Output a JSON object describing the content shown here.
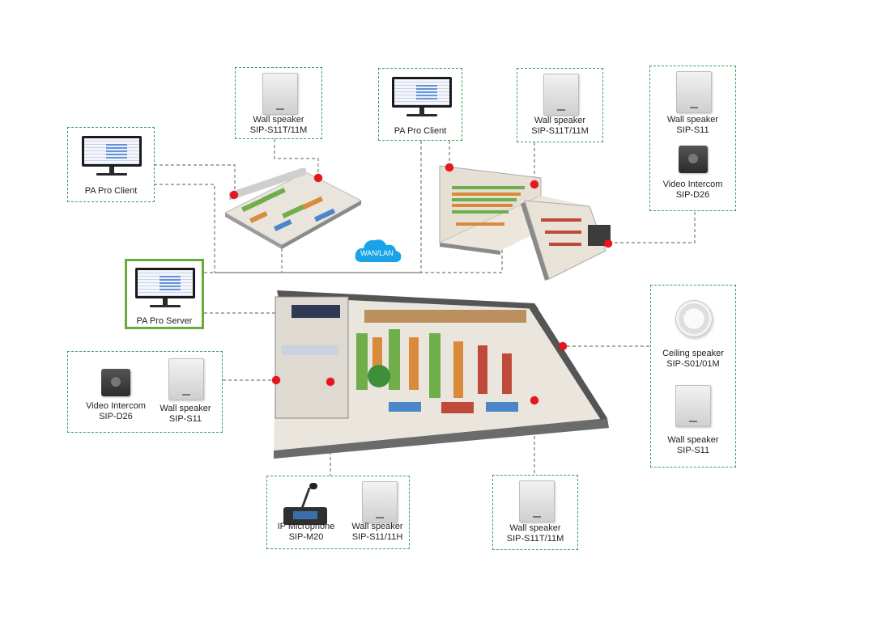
{
  "network": {
    "cloud_label": "WAN/LAN"
  },
  "devices": {
    "client_left": {
      "label": "PA Pro Client"
    },
    "client_mid": {
      "label": "PA Pro Client"
    },
    "server": {
      "label": "PA Pro Server"
    },
    "wall_top_left": {
      "line1": "Wall speaker",
      "line2": "SIP-S11T/11M"
    },
    "wall_top_right": {
      "line1": "Wall speaker",
      "line2": "SIP-S11T/11M"
    },
    "right_top": {
      "speaker": {
        "line1": "Wall speaker",
        "line2": "SIP-S11"
      },
      "intercom": {
        "line1": "Video Intercom",
        "line2": "SIP-D26"
      }
    },
    "left_mid": {
      "intercom": {
        "line1": "Video Intercom",
        "line2": "SIP-D26"
      },
      "speaker": {
        "line1": "Wall speaker",
        "line2": "SIP-S11"
      }
    },
    "right_mid": {
      "ceiling": {
        "line1": "Ceiling speaker",
        "line2": "SIP-S01/01M"
      },
      "speaker": {
        "line1": "Wall speaker",
        "line2": "SIP-S11"
      }
    },
    "bottom_left": {
      "mic": {
        "line1": "IP Microphone",
        "line2": "SIP-M20"
      },
      "speaker": {
        "line1": "Wall speaker",
        "line2": "SIP-S11/11H"
      }
    },
    "bottom_right": {
      "line1": "Wall speaker",
      "line2": "SIP-S11T/11M"
    }
  },
  "colors": {
    "dashed_border": "#3aa35a",
    "server_border": "#6aaa3a",
    "connector": "#7a7a7a",
    "endpoint": "#e8141e",
    "cloud": "#1aa3e8"
  }
}
